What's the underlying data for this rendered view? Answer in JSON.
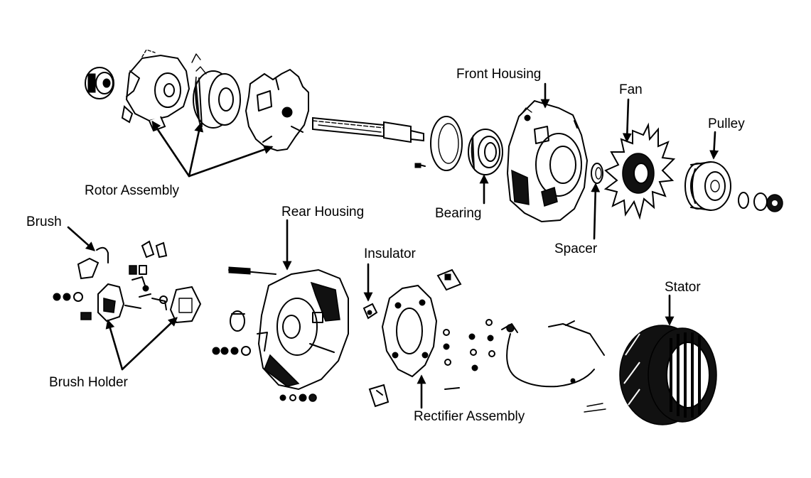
{
  "labels": {
    "rotor_assembly": "Rotor Assembly",
    "front_housing": "Front Housing",
    "fan": "Fan",
    "pulley": "Pulley",
    "bearing": "Bearing",
    "spacer": "Spacer",
    "brush": "Brush",
    "rear_housing": "Rear Housing",
    "insulator": "Insulator",
    "stator": "Stator",
    "brush_holder": "Brush Holder",
    "rectifier_assembly": "Rectifier Assembly"
  }
}
